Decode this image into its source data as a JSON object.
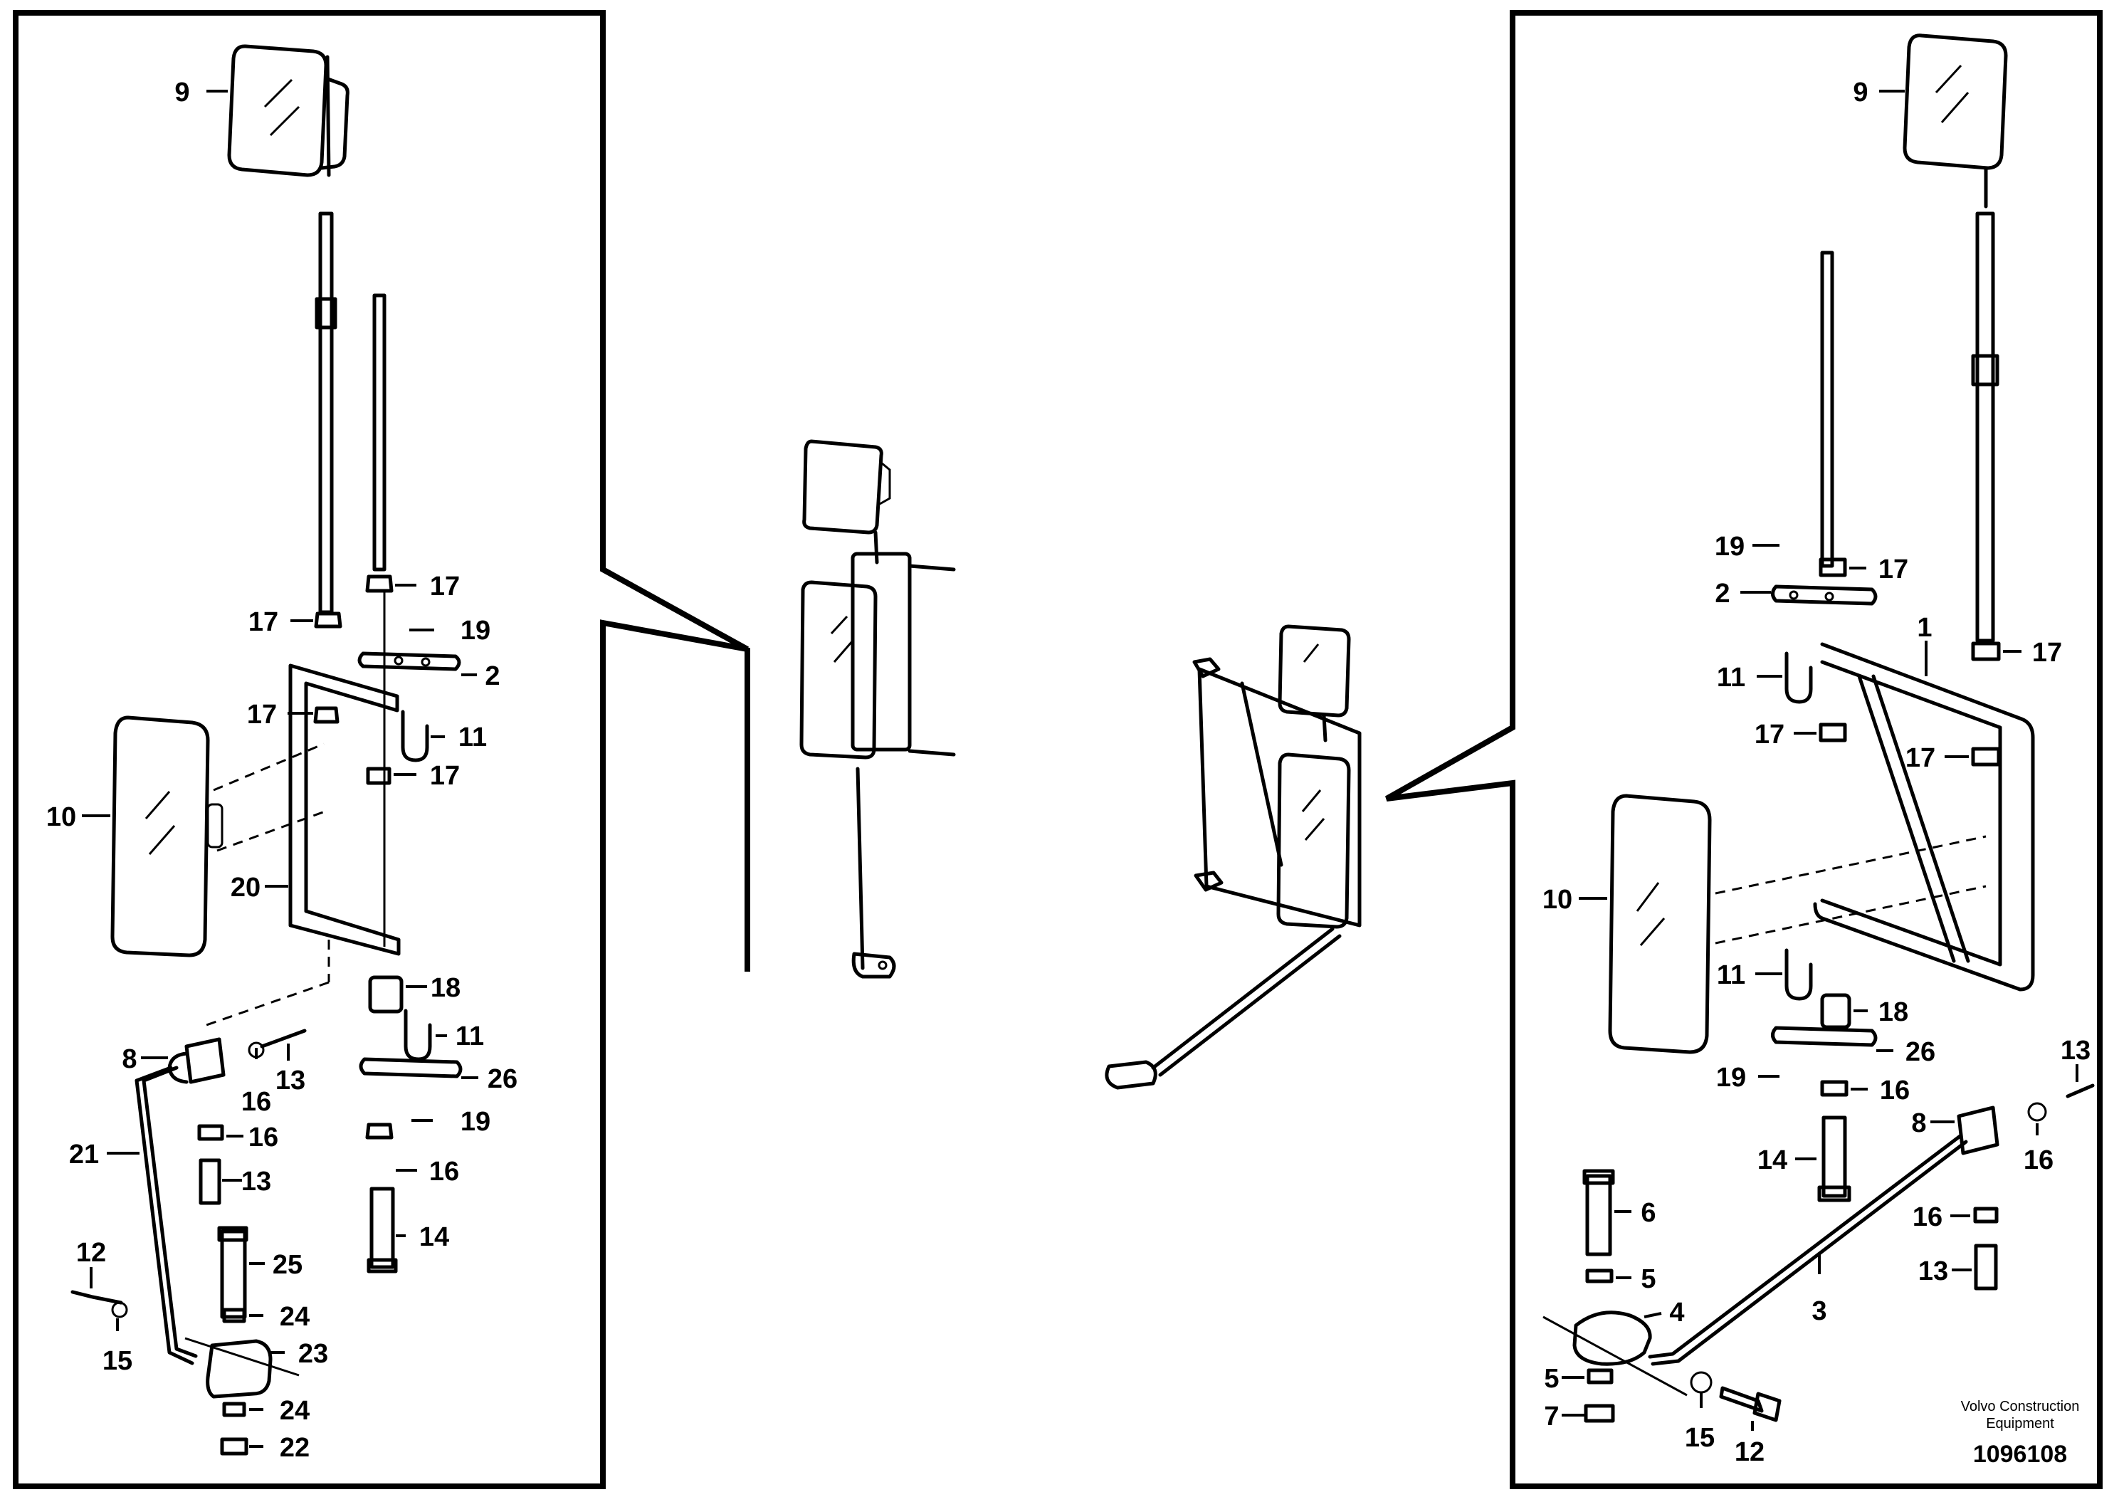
{
  "diagram": {
    "left_labels": [
      "9",
      "17",
      "17",
      "19",
      "2",
      "17",
      "11",
      "17",
      "10",
      "20",
      "18",
      "11",
      "26",
      "19",
      "8",
      "16",
      "13",
      "16",
      "13",
      "21",
      "16",
      "14",
      "25",
      "12",
      "24",
      "15",
      "23",
      "24",
      "22"
    ],
    "right_labels": [
      "9",
      "19",
      "17",
      "2",
      "1",
      "17",
      "11",
      "17",
      "17",
      "10",
      "11",
      "18",
      "26",
      "19",
      "16",
      "14",
      "13",
      "8",
      "16",
      "6",
      "16",
      "13",
      "5",
      "4",
      "3",
      "5",
      "15",
      "7",
      "12"
    ],
    "footer": {
      "brand_line1": "Volvo Construction",
      "brand_line2": "Equipment",
      "doc_number": "1096108"
    }
  }
}
